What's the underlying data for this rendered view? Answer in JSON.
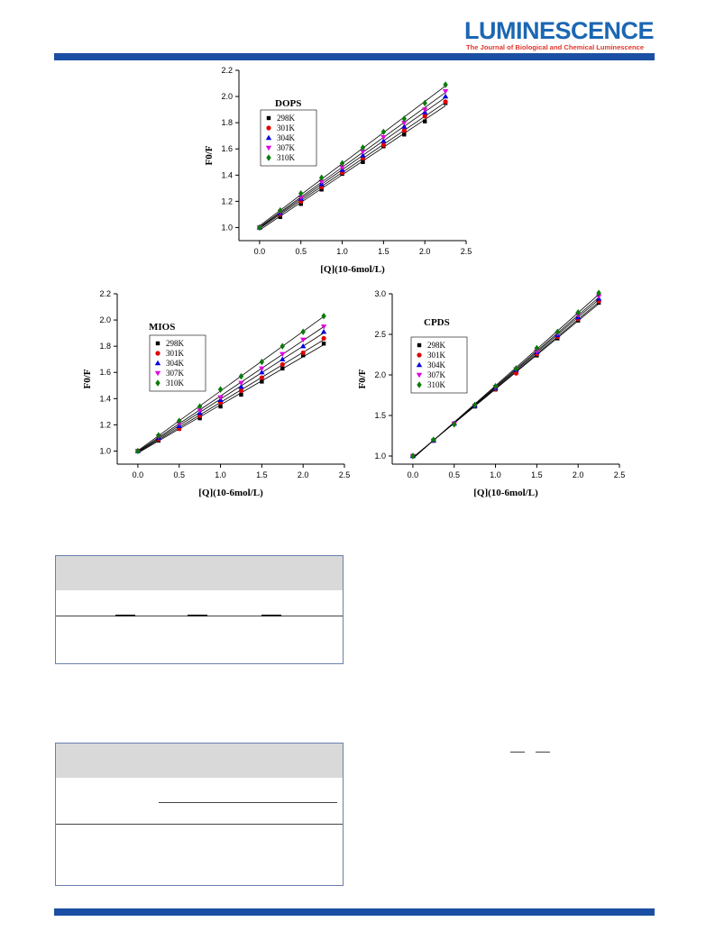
{
  "header": {
    "logo_title": "LUMINESCENCE",
    "logo_subtitle": "The Journal of Biological and Chemical Luminescence",
    "brand_color": "#1b67b3",
    "accent_color": "#e0362b",
    "bar_color": "#1b4fa3"
  },
  "legend_labels": [
    "298K",
    "301K",
    "304K",
    "307K",
    "310K"
  ],
  "chart_data": [
    {
      "type": "scatter",
      "title": "DOPS",
      "xlabel": "[Q](10-6mol/L)",
      "ylabel": "F0/F",
      "xlim": [
        -0.25,
        2.5
      ],
      "ylim": [
        0.9,
        2.2
      ],
      "xticks": [
        0.0,
        0.5,
        1.0,
        1.5,
        2.0,
        2.5
      ],
      "xtick_labels": [
        "0.0",
        "0.5",
        "1.0",
        "1.5",
        "2.0",
        "2.5"
      ],
      "yticks": [
        1.0,
        1.2,
        1.4,
        1.6,
        1.8,
        2.0,
        2.2
      ],
      "ytick_labels": [
        "1.0",
        "1.2",
        "1.4",
        "1.6",
        "1.8",
        "2.0",
        "2.2"
      ],
      "legend_position": "upper-left",
      "x": [
        0,
        0.25,
        0.5,
        0.75,
        1.0,
        1.25,
        1.5,
        1.75,
        2.0,
        2.25
      ],
      "series": [
        {
          "name": "298K",
          "marker": "square",
          "color": "#000000",
          "values": [
            1.0,
            1.08,
            1.18,
            1.29,
            1.41,
            1.5,
            1.62,
            1.71,
            1.81,
            1.95
          ]
        },
        {
          "name": "301K",
          "marker": "circle",
          "color": "#e00000",
          "values": [
            1.0,
            1.1,
            1.2,
            1.31,
            1.42,
            1.53,
            1.63,
            1.74,
            1.85,
            1.96
          ]
        },
        {
          "name": "304K",
          "marker": "triangle-up",
          "color": "#0000e0",
          "values": [
            1.0,
            1.11,
            1.22,
            1.33,
            1.44,
            1.55,
            1.66,
            1.77,
            1.88,
            2.0
          ]
        },
        {
          "name": "307K",
          "marker": "triangle-down",
          "color": "#e000e0",
          "values": [
            1.0,
            1.12,
            1.23,
            1.35,
            1.46,
            1.58,
            1.69,
            1.8,
            1.9,
            2.04
          ]
        },
        {
          "name": "310K",
          "marker": "diamond",
          "color": "#0a7a0a",
          "values": [
            1.0,
            1.13,
            1.26,
            1.38,
            1.49,
            1.61,
            1.73,
            1.83,
            1.95,
            2.09
          ]
        }
      ]
    },
    {
      "type": "scatter",
      "title": "MIOS",
      "xlabel": "[Q](10-6mol/L)",
      "ylabel": "F0/F",
      "xlim": [
        -0.25,
        2.5
      ],
      "ylim": [
        0.9,
        2.2
      ],
      "xticks": [
        0.0,
        0.5,
        1.0,
        1.5,
        2.0,
        2.5
      ],
      "xtick_labels": [
        "0.0",
        "0.5",
        "1.0",
        "1.5",
        "2.0",
        "2.5"
      ],
      "yticks": [
        1.0,
        1.2,
        1.4,
        1.6,
        1.8,
        2.0,
        2.2
      ],
      "ytick_labels": [
        "1.0",
        "1.2",
        "1.4",
        "1.6",
        "1.8",
        "2.0",
        "2.2"
      ],
      "legend_position": "upper-left",
      "x": [
        0,
        0.25,
        0.5,
        0.75,
        1.0,
        1.25,
        1.5,
        1.75,
        2.0,
        2.25
      ],
      "series": [
        {
          "name": "298K",
          "marker": "square",
          "color": "#000000",
          "values": [
            1.0,
            1.08,
            1.17,
            1.25,
            1.34,
            1.43,
            1.53,
            1.63,
            1.73,
            1.82
          ]
        },
        {
          "name": "301K",
          "marker": "circle",
          "color": "#e00000",
          "values": [
            1.0,
            1.09,
            1.17,
            1.27,
            1.37,
            1.46,
            1.56,
            1.66,
            1.75,
            1.86
          ]
        },
        {
          "name": "304K",
          "marker": "triangle-up",
          "color": "#0000e0",
          "values": [
            1.0,
            1.1,
            1.19,
            1.29,
            1.39,
            1.49,
            1.6,
            1.7,
            1.8,
            1.91
          ]
        },
        {
          "name": "307K",
          "marker": "triangle-down",
          "color": "#e000e0",
          "values": [
            1.0,
            1.11,
            1.21,
            1.31,
            1.41,
            1.52,
            1.63,
            1.74,
            1.85,
            1.95
          ]
        },
        {
          "name": "310K",
          "marker": "diamond",
          "color": "#0a7a0a",
          "values": [
            1.0,
            1.12,
            1.23,
            1.34,
            1.47,
            1.57,
            1.68,
            1.8,
            1.91,
            2.03
          ]
        }
      ]
    },
    {
      "type": "scatter",
      "title": "CPDS",
      "xlabel": "[Q](10-6mol/L)",
      "ylabel": "F0/F",
      "xlim": [
        -0.25,
        2.5
      ],
      "ylim": [
        0.9,
        3.0
      ],
      "xticks": [
        0.0,
        0.5,
        1.0,
        1.5,
        2.0,
        2.5
      ],
      "xtick_labels": [
        "0.0",
        "0.5",
        "1.0",
        "1.5",
        "2.0",
        "2.5"
      ],
      "yticks": [
        1.0,
        1.5,
        2.0,
        2.5,
        3.0
      ],
      "ytick_labels": [
        "1.0",
        "1.5",
        "2.0",
        "2.5",
        "3.0"
      ],
      "legend_position": "upper-left",
      "x": [
        0,
        0.25,
        0.5,
        0.75,
        1.0,
        1.25,
        1.5,
        1.75,
        2.0,
        2.25
      ],
      "series": [
        {
          "name": "298K",
          "marker": "square",
          "color": "#000000",
          "values": [
            1.0,
            1.19,
            1.4,
            1.61,
            1.82,
            2.03,
            2.24,
            2.45,
            2.67,
            2.89
          ]
        },
        {
          "name": "301K",
          "marker": "circle",
          "color": "#e00000",
          "values": [
            1.0,
            1.19,
            1.4,
            1.62,
            1.83,
            2.02,
            2.26,
            2.47,
            2.69,
            2.91
          ]
        },
        {
          "name": "304K",
          "marker": "triangle-up",
          "color": "#0000e0",
          "values": [
            1.0,
            1.19,
            1.4,
            1.62,
            1.84,
            2.06,
            2.28,
            2.49,
            2.71,
            2.94
          ]
        },
        {
          "name": "307K",
          "marker": "triangle-down",
          "color": "#e000e0",
          "values": [
            1.0,
            1.19,
            1.4,
            1.62,
            1.85,
            2.07,
            2.29,
            2.51,
            2.74,
            2.97
          ]
        },
        {
          "name": "310K",
          "marker": "diamond",
          "color": "#0a7a0a",
          "values": [
            1.0,
            1.2,
            1.39,
            1.63,
            1.86,
            2.08,
            2.33,
            2.53,
            2.77,
            3.01
          ]
        }
      ]
    }
  ]
}
